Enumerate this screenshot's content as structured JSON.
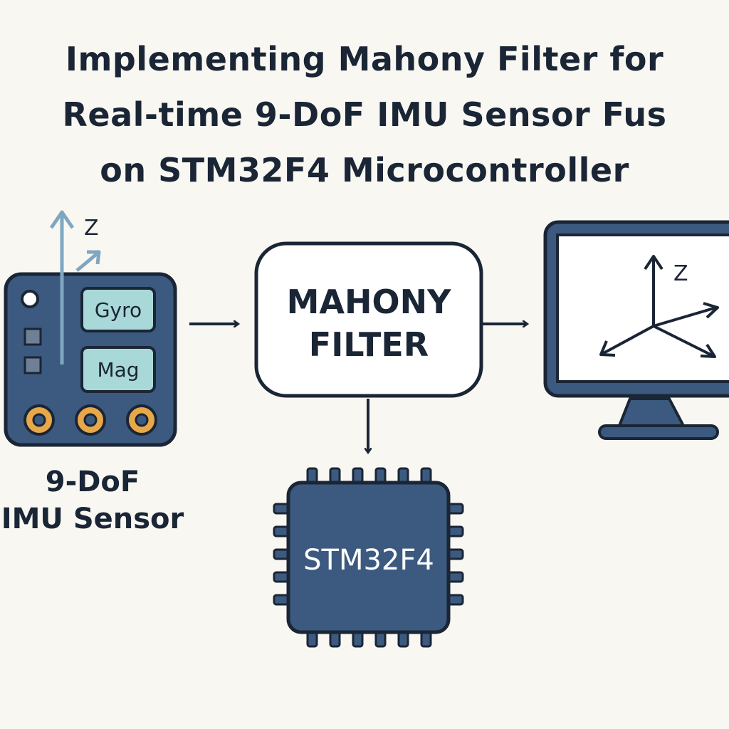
{
  "title": {
    "line1": "Implementing Mahony Filter for",
    "line2": "Real-time 9-DoF IMU Sensor Fus",
    "line3": "on STM32F4 Microcontroller"
  },
  "sensor": {
    "chip_gyro": "Gyro",
    "chip_mag": "Mag",
    "axis_label": "Z",
    "caption_line1": "9-DoF",
    "caption_line2": "IMU Sensor"
  },
  "filter": {
    "line1": "MAHONY",
    "line2": "FILTER"
  },
  "mcu": {
    "label": "STM32F4"
  },
  "monitor": {
    "axis_label": "Z"
  },
  "colors": {
    "navy": "#3c5a80",
    "outline": "#1a2535",
    "chip_fill": "#a8d8d8",
    "pad_orange": "#e8a84a",
    "axis_blue": "#7fa7c2",
    "background": "#f9f7f2"
  }
}
